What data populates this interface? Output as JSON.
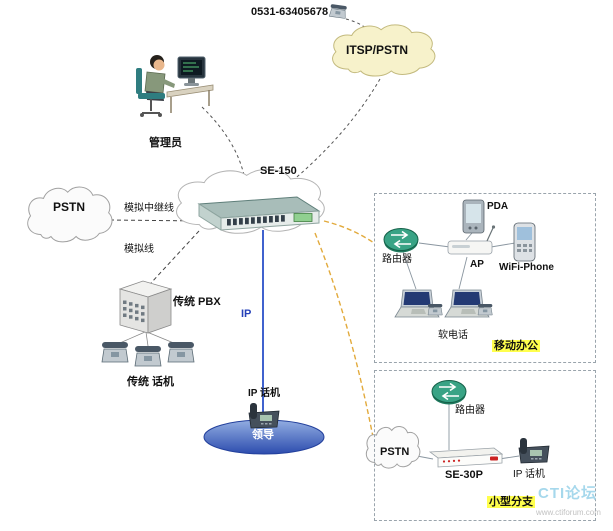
{
  "core": {
    "phone_number": "0531-63405678",
    "itsp_cloud": "ITSP/PSTN",
    "admin": "管理员",
    "se150": "SE-150",
    "pstn": "PSTN",
    "analog_trunk": "模拟中继线",
    "analog_line": "模拟线",
    "pbx": "传统 PBX",
    "traditional_phones": "传统 话机",
    "ip": "IP",
    "ip_phone": "IP 话机",
    "leader": "领导"
  },
  "mobile_office": {
    "router": "路由器",
    "ap": "AP",
    "pda": "PDA",
    "wifi_phone": "WiFi-Phone",
    "softphone": "软电话",
    "group": "移动办公"
  },
  "small_branch": {
    "router": "路由器",
    "pstn": "PSTN",
    "device": "SE-30P",
    "ip_phone": "IP 话机",
    "group": "小型分支"
  },
  "watermark": {
    "title": "CTI论坛",
    "url": "www.ctiforum.com"
  },
  "colors": {
    "ip_line": "#2b50c8",
    "branch_link": "#e2aa3c",
    "highlight": "#ffff4d"
  }
}
